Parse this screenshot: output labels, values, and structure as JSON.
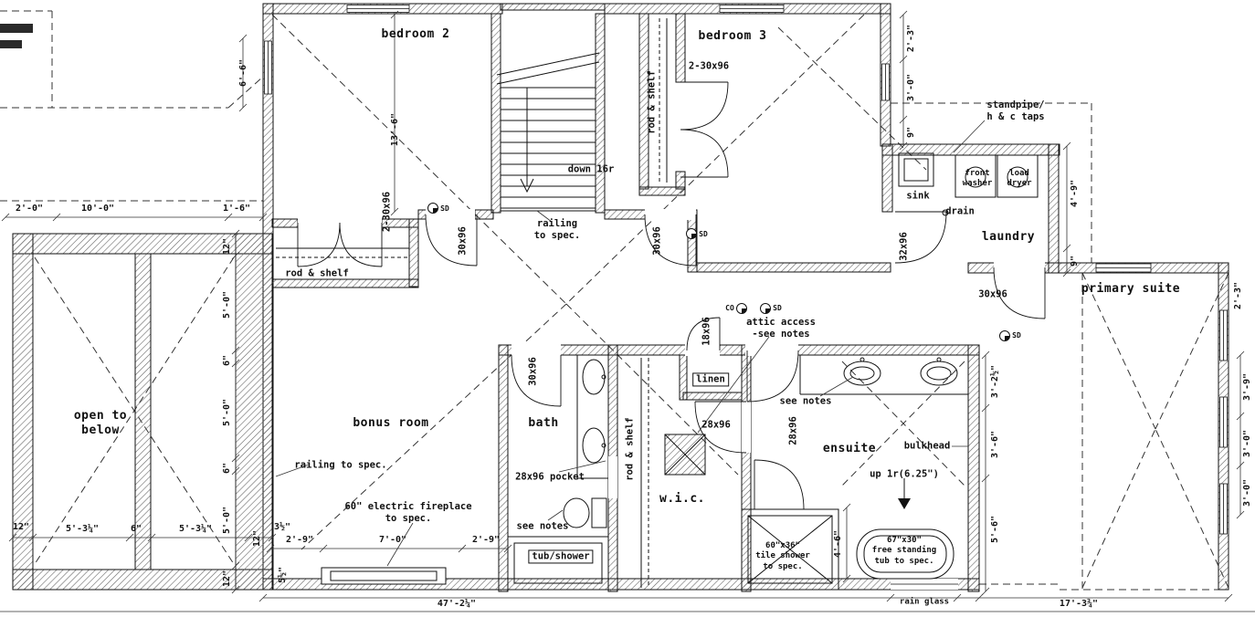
{
  "labels": {
    "bedroom2": "bedroom 2",
    "bedroom3": "bedroom 3",
    "laundry": "laundry",
    "primary_suite": "primary suite",
    "open_below": "open to\nbelow",
    "bonus_room": "bonus room",
    "bath": "bath",
    "wic": "w.i.c.",
    "ensuite": "ensuite",
    "b3_door": "2-30x96",
    "b3_rod_shelf": "rod & shelf",
    "down_16r": "down 16r",
    "stair_railing": "railing\nto spec.",
    "b2_closet_door": "2-30x96",
    "b2_door": "30x96",
    "b2_rod_shelf": "rod & shelf",
    "b3_entry_door": "30x96",
    "laundry_door": "32x96",
    "standpipe": "standpipe/\nh & c taps",
    "sink": "sink",
    "washer": "front\nwasher",
    "dryer": "load\ndryer",
    "drain": "drain",
    "primary_door": "30x96",
    "attic_access": "attic access\n-see notes",
    "linen_door": "18x96",
    "linen": "linen",
    "see_notes_ens": "see notes",
    "wic_door": "28x96",
    "wic_ens_door": "28x96",
    "bath_door": "30x96",
    "bulkhead": "bulkhead",
    "up_step": "up 1r(6.25\")",
    "wic_rod_shelf": "rod & shelf",
    "pocket_door": "28x96 pocket",
    "see_notes_bath": "see notes",
    "fireplace": "60\" electric fireplace\nto spec.",
    "tub_shower": "tub/shower",
    "tile_shower": "60\"x36\"\ntile shower\nto spec.",
    "free_tub": "67\"x30\"\nfree standing\ntub to spec.",
    "bonus_railing": "railing to spec.",
    "rain_glass": "rain glass"
  },
  "dims": {
    "a2_0": "2'-0\"",
    "a10_0": "10'-0\"",
    "a1_6": "1'-6\"",
    "v6_6": "6'-6\"",
    "v13_6": "13'-6\"",
    "r2_3a": "2'-3\"",
    "r3_0a": "3'-0\"",
    "r9a": "9\"",
    "r4_9": "4'-9\"",
    "r9b": "9\"",
    "p2_3": "2'-3\"",
    "p3_9": "3'-9\"",
    "p3_0a": "3'-0\"",
    "p3_0b": "3'-0\"",
    "l12a": "12\"",
    "l5_0a": "5'-0\"",
    "l6a": "6\"",
    "l5_0b": "5'-0\"",
    "l6b": "6\"",
    "l5_0c": "5'-0\"",
    "l12b": "12\"",
    "b12a": "12\"",
    "b5_3a": "5'-3¼\"",
    "b6": "6\"",
    "b5_3b": "5'-3¼\"",
    "b12b": "12\"",
    "b3_5": "3½\"",
    "b2_9a": "2'-9\"",
    "b7_0": "7'-0\"",
    "b2_9b": "2'-9\"",
    "b5_5": "5½\"",
    "e3_2": "3'-2½\"",
    "e3_6": "3'-6\"",
    "e5_6": "5'-6\"",
    "e4_6": "4'-6\"",
    "total_main": "47'-2¼\"",
    "total_right": "17'-3¾\""
  },
  "symbols": {
    "sd": "SD",
    "co": "CO"
  }
}
